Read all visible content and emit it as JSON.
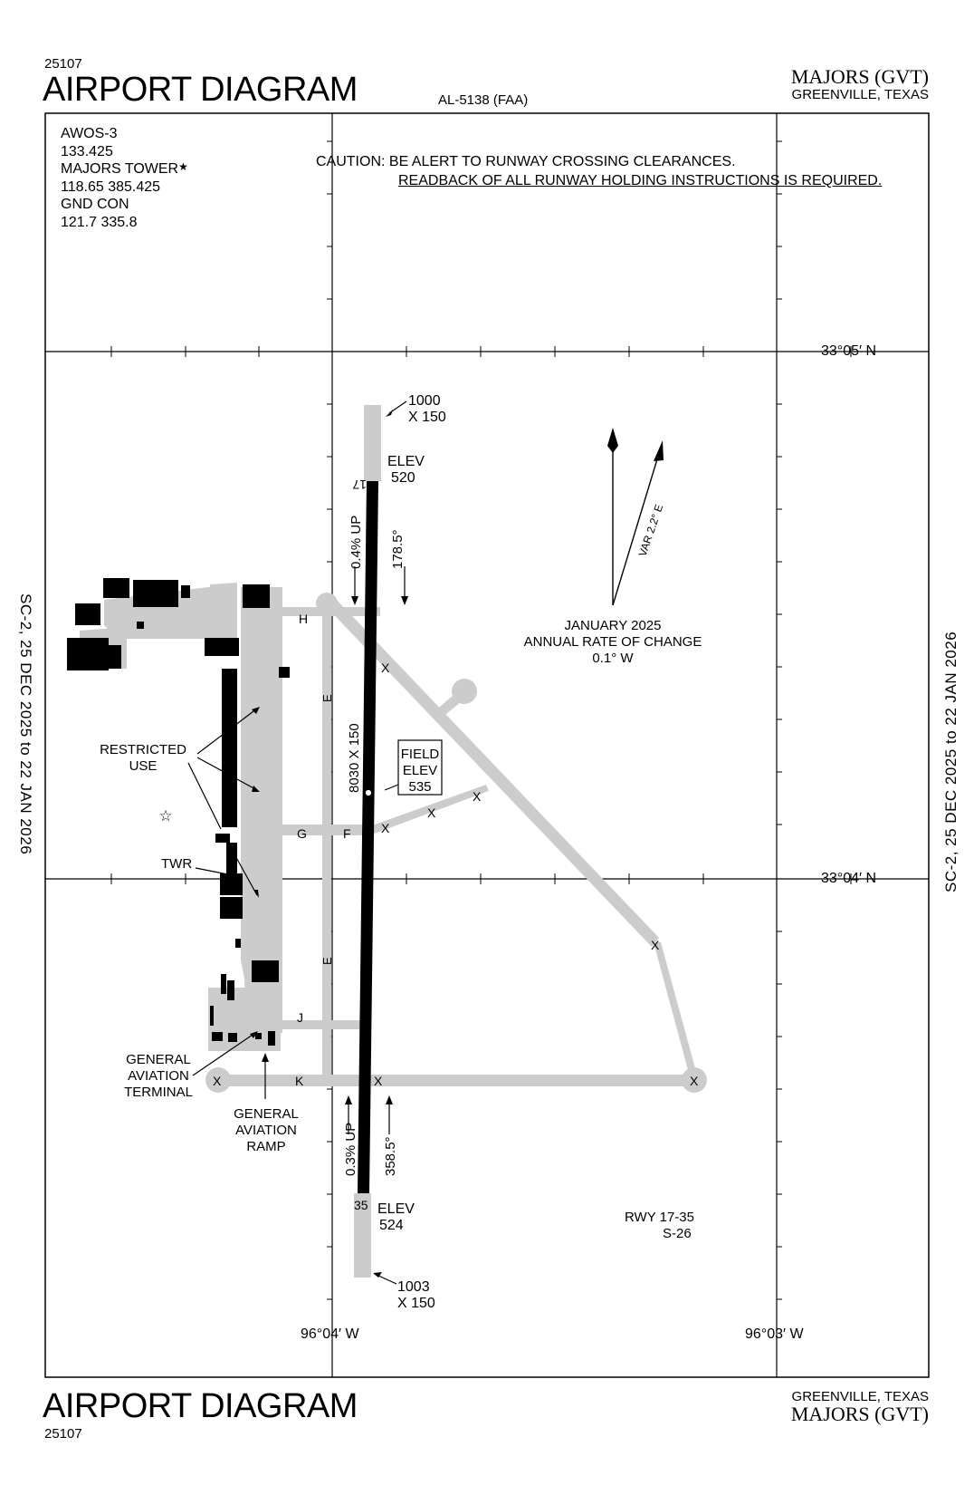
{
  "header": {
    "procedure_number": "25107",
    "title": "AIRPORT DIAGRAM",
    "faa_id": "AL-5138 (FAA)",
    "airport_name": "MAJORS",
    "airport_code": "(GVT)",
    "location": "GREENVILLE, TEXAS"
  },
  "footer": {
    "title": "AIRPORT DIAGRAM",
    "procedure_number": "25107",
    "location": "GREENVILLE, TEXAS",
    "airport_name": "MAJORS",
    "airport_code": "(GVT)"
  },
  "side_labels": {
    "left": "SC-2, 25 DEC 2025 to 22 JAN 2026",
    "right": "SC-2, 25 DEC 2025 to 22 JAN 2026"
  },
  "frequencies": {
    "awos_label": "AWOS-3",
    "awos_freq": "133.425",
    "tower_label": "MAJORS TOWER",
    "tower_star": "★",
    "tower_freqs": "118.65  385.425",
    "gnd_label": "GND CON",
    "gnd_freqs": "121.7  335.8"
  },
  "caution": {
    "line1": "CAUTION: BE ALERT TO RUNWAY CROSSING CLEARANCES.",
    "line2": "READBACK OF ALL RUNWAY HOLDING INSTRUCTIONS IS REQUIRED."
  },
  "coordinates": {
    "lat_top": "33°05′ N",
    "lat_bottom": "33°04′ N",
    "lon_left": "96°04′ W",
    "lon_right": "96°03′ W"
  },
  "runway": {
    "designation_north": "17",
    "designation_south": "35",
    "dimensions": "8030 X 150",
    "north_overrun_line1": "1000",
    "north_overrun_line2": "X 150",
    "south_overrun_line1": "1003",
    "south_overrun_line2": "X 150",
    "north_elev_label": "ELEV",
    "north_elev": "520",
    "south_elev_label": "ELEV",
    "south_elev": "524",
    "north_slope": "0.4% UP",
    "north_heading": "178.5°",
    "south_slope": "0.3% UP",
    "south_heading": "358.5°",
    "field_elev_line1": "FIELD",
    "field_elev_line2": "ELEV",
    "field_elev": "535",
    "rwy_label": "RWY 17-35",
    "strength": "S-26"
  },
  "magnetic": {
    "variation": "VAR 2.2° E",
    "date": "JANUARY 2025",
    "rate_label": "ANNUAL RATE OF CHANGE",
    "rate": "0.1° W"
  },
  "taxiways": {
    "h": "H",
    "e_north": "E",
    "e_south": "E",
    "g": "G",
    "f": "F",
    "j": "J",
    "k": "K",
    "closed": "X"
  },
  "labels": {
    "restricted_line1": "RESTRICTED",
    "restricted_line2": "USE",
    "twr": "TWR",
    "ga_terminal_line1": "GENERAL",
    "ga_terminal_line2": "AVIATION",
    "ga_terminal_line3": "TERMINAL",
    "ga_ramp_line1": "GENERAL",
    "ga_ramp_line2": "AVIATION",
    "ga_ramp_line3": "RAMP",
    "beacon": "☆"
  },
  "colors": {
    "pavement": "#cccccc",
    "runway": "#000000",
    "building": "#000000",
    "frame": "#000000"
  }
}
